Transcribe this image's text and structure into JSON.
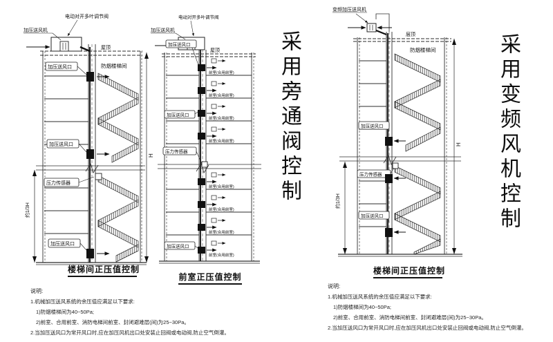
{
  "page": {
    "background": "#ffffff",
    "ink": "#1f1f1f"
  },
  "side_captions": {
    "bypass": "采用旁通阀控制",
    "vfd": "采用变频风机控制"
  },
  "diagram1": {
    "caption": "楼梯间正压值控制",
    "fan_label": "加压送风机",
    "damper_label": "电动对开多叶调节阀",
    "roof_label": "屋顶",
    "stairwell_label": "防烟楼梯间",
    "outlet_label_top": "加压送风口",
    "outlet_label_mid": "加压送风口",
    "outlet_label_bottom": "加压送风口",
    "sensor_label": "压力传感器",
    "dim_height": "H",
    "dim_third": "约1/3H"
  },
  "diagram2": {
    "caption": "前室正压值控制",
    "fan_label": "加压送风机",
    "damper_label": "电动对开多叶调节阀",
    "roof_label": "屋顶",
    "outlet_label_top": "加压送风口",
    "outlet_label_mid": "加压送风口",
    "outlet_label_bottom": "加压送风口",
    "sensor_label": "压力传感器",
    "rooms": [
      "前室(合用前室)",
      "前室(合用前室)",
      "前室(合用前室)",
      "前室(合用前室)",
      "前室(合用前室)",
      "前室(合用前室)",
      "前室(合用前室)",
      "前室(合用前室)"
    ]
  },
  "diagram3": {
    "caption": "楼梯间正压值控制",
    "fan_label": "变频加压送风机",
    "roof_label": "层顶",
    "stairwell_label": "防烟楼梯间",
    "outlet_label_top": "加压送风口",
    "outlet_label_bottom": "加压送风口",
    "sensor_label": "压力传感器",
    "dim_height": "H",
    "dim_third": "约1/3H"
  },
  "notes_left": {
    "heading": "说明:",
    "lines": [
      "1.机械加压送风系统的余压值应满足以下要求:",
      "1)防烟楼梯间为40~50Pa;",
      "2)前室、合用前室、消防电梯间前室、封闭避难层(间)为25~30Pa。",
      "2.当加压送风口为常开风口时,应在加压风机出口处安装止回阀或电动阀,防止空气倒灌。"
    ]
  },
  "notes_right": {
    "heading": "说明:",
    "lines": [
      "1.机械加压送风系统的余压值应满足以下要求:",
      "1)防烟楼梯间为40~50Pa;",
      "2)前室、合用前室、消防电梯间前室、封闭避难层(间)为25~30Pa。",
      "2.当加压送风口为常开风口时,应在加压风机出口处安装止回阀或电动阀,防止空气倒灌。"
    ]
  }
}
